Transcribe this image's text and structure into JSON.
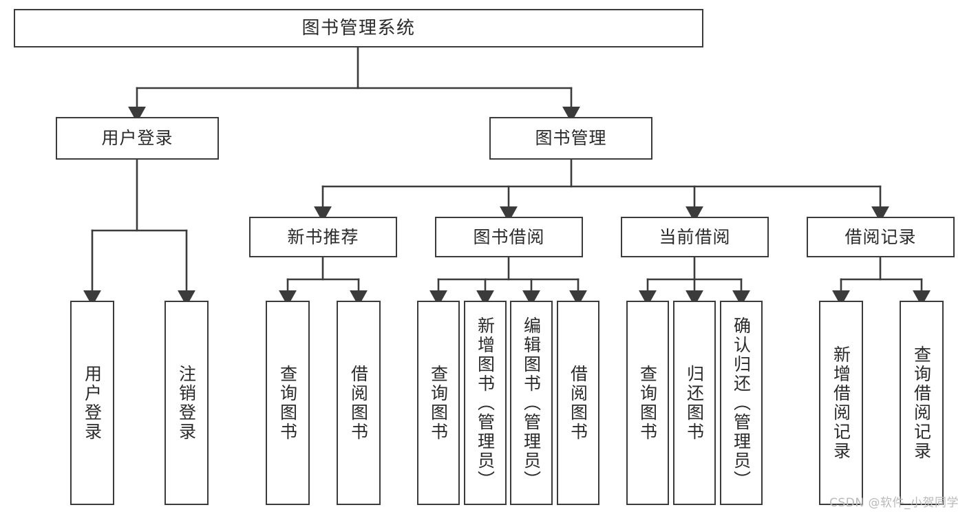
{
  "diagram": {
    "title": "图书管理系统",
    "type": "tree-hierarchy",
    "orientation": "top-down",
    "line_color": "#3b3b3b",
    "box_fill": "#ffffff",
    "text_color": "#2a2a2a"
  },
  "nodes": {
    "root": {
      "label": "图书管理系统",
      "level": 1
    },
    "l2": [
      {
        "id": "user_login",
        "label": "用户登录",
        "level": 2
      },
      {
        "id": "book_mgmt",
        "label": "图书管理",
        "level": 2
      }
    ],
    "l3": [
      {
        "id": "new_book_rec",
        "label": "新书推荐",
        "level": 3,
        "parent": "book_mgmt"
      },
      {
        "id": "book_borrow",
        "label": "图书借阅",
        "level": 3,
        "parent": "book_mgmt"
      },
      {
        "id": "current_borrow",
        "label": "当前借阅",
        "level": 3,
        "parent": "book_mgmt"
      },
      {
        "id": "borrow_record",
        "label": "借阅记录",
        "level": 3,
        "parent": "book_mgmt"
      }
    ],
    "leaves": [
      {
        "id": "leaf_user_login",
        "label": "用户登录",
        "parent": "user_login"
      },
      {
        "id": "leaf_logout",
        "label": "注销登录",
        "parent": "user_login"
      },
      {
        "id": "leaf_rec_query",
        "label": "查询图书",
        "parent": "new_book_rec"
      },
      {
        "id": "leaf_rec_borrow",
        "label": "借阅图书",
        "parent": "new_book_rec"
      },
      {
        "id": "leaf_bb_query",
        "label": "查询图书",
        "parent": "book_borrow"
      },
      {
        "id": "leaf_bb_add",
        "label": "新增图书（管理员）",
        "parent": "book_borrow"
      },
      {
        "id": "leaf_bb_edit",
        "label": "编辑图书（管理员）",
        "parent": "book_borrow"
      },
      {
        "id": "leaf_bb_borrow",
        "label": "借阅图书",
        "parent": "book_borrow"
      },
      {
        "id": "leaf_cb_query",
        "label": "查询图书",
        "parent": "current_borrow"
      },
      {
        "id": "leaf_cb_return",
        "label": "归还图书",
        "parent": "current_borrow"
      },
      {
        "id": "leaf_cb_confirm",
        "label": "确认归还（管理员）",
        "parent": "current_borrow"
      },
      {
        "id": "leaf_br_add",
        "label": "新增借阅记录",
        "parent": "borrow_record"
      },
      {
        "id": "leaf_br_query",
        "label": "查询借阅记录",
        "parent": "borrow_record"
      }
    ]
  },
  "watermark": {
    "text": "CSDN @软件_小贺同学"
  }
}
